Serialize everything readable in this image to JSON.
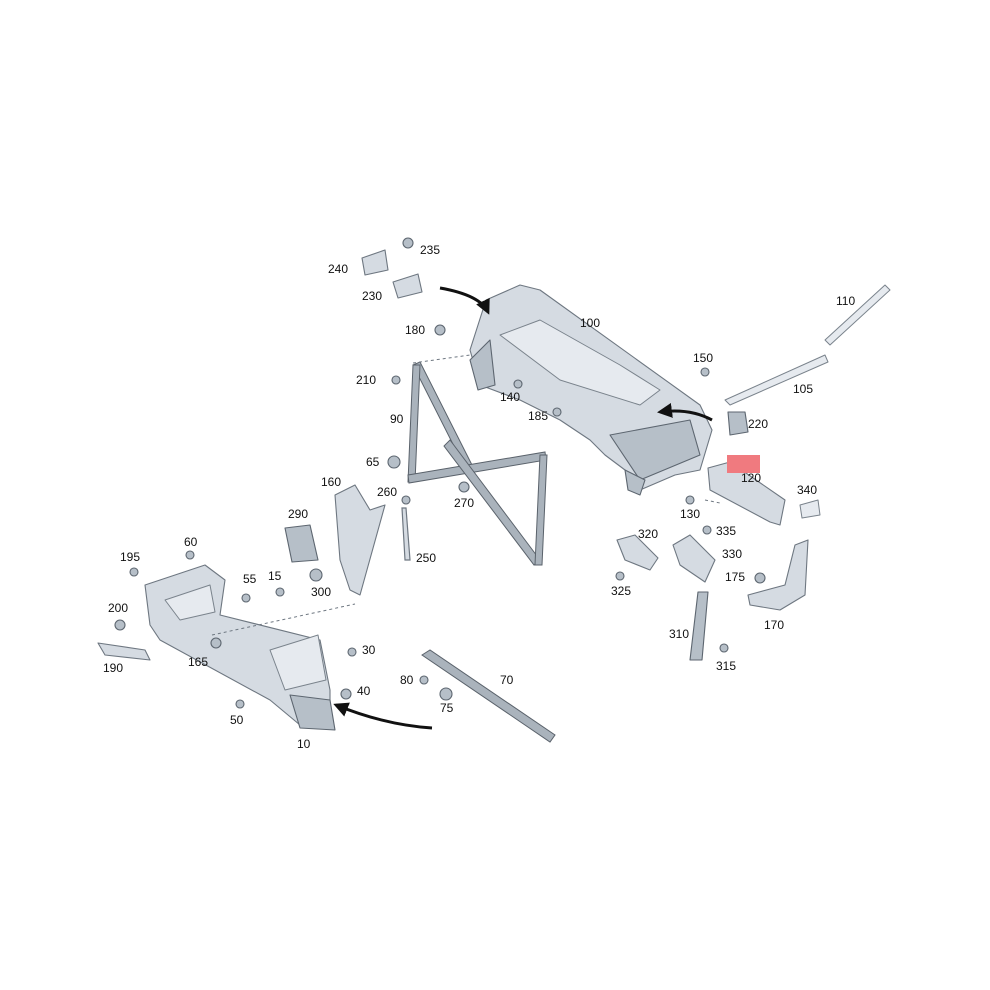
{
  "diagram": {
    "highlight_color": "#f07a7f",
    "callouts": [
      "10",
      "15",
      "30",
      "40",
      "50",
      "55",
      "60",
      "65",
      "70",
      "75",
      "80",
      "90",
      "100",
      "105",
      "110",
      "120",
      "130",
      "140",
      "150",
      "160",
      "165",
      "170",
      "175",
      "180",
      "185",
      "190",
      "195",
      "200",
      "210",
      "220",
      "230",
      "235",
      "240",
      "250",
      "260",
      "270",
      "290",
      "300",
      "310",
      "315",
      "320",
      "325",
      "330",
      "335",
      "340"
    ],
    "arrow_icons": [
      "curved-arrow-icon",
      "curved-arrow-icon",
      "curved-arrow-icon"
    ]
  }
}
